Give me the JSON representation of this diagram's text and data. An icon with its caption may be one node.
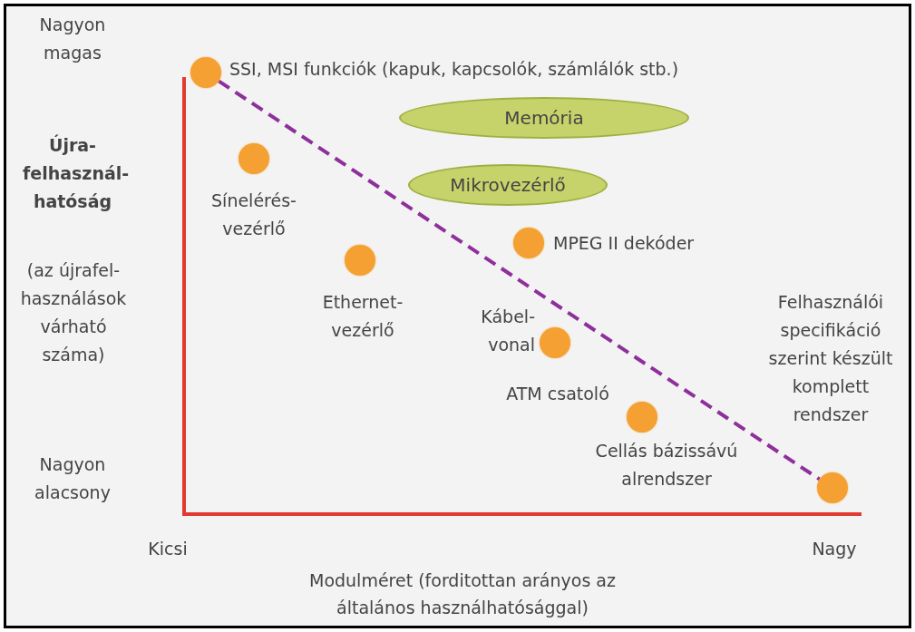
{
  "diagram": {
    "nodes": [
      {
        "text": [],
        "shape": "circle",
        "beside": [
          "SSI, MSI funkciók (kapuk, kapcsolók, számlálók stb.)"
        ]
      },
      {
        "text": [
          "Memória"
        ]
      },
      {
        "text": [
          "Mikrovezérlő"
        ]
      },
      {
        "text": [],
        "shape": "circle",
        "beside": [
          "Sínelérés- vezérlő"
        ]
      },
      {
        "text": [],
        "shape": "circle",
        "beside": [
          "MPEG II dekóder"
        ]
      },
      {
        "text": [],
        "shape": "circle",
        "beside": [
          "Ethernet- vezérlő"
        ]
      },
      {
        "text": [],
        "shape": "circle",
        "beside": [
          "Kábel- vonal"
        ]
      },
      {
        "text": [],
        "shape": "circle",
        "beside": [
          "ATM csatoló",
          "Cellás bázissávú alrendszer"
        ]
      },
      {
        "text": [],
        "shape": "circle",
        "beside": [
          "Felhasználói specifikáció szerint készült komplett rendszer"
        ]
      }
    ],
    "edges": [
      {
        "from": 0,
        "to": 8,
        "arrow": "none",
        "style": "dashed",
        "color": "#8e2f9c"
      }
    ],
    "labels": [
      "Nagyon magas",
      "Újra- felhasznál- hatóság",
      "(az újrafel- használások várható száma)",
      "Nagyon alacsony",
      "Kicsi",
      "Nagy",
      "Modulméret (forditottan arányos az általános használhatósággal)"
    ]
  }
}
